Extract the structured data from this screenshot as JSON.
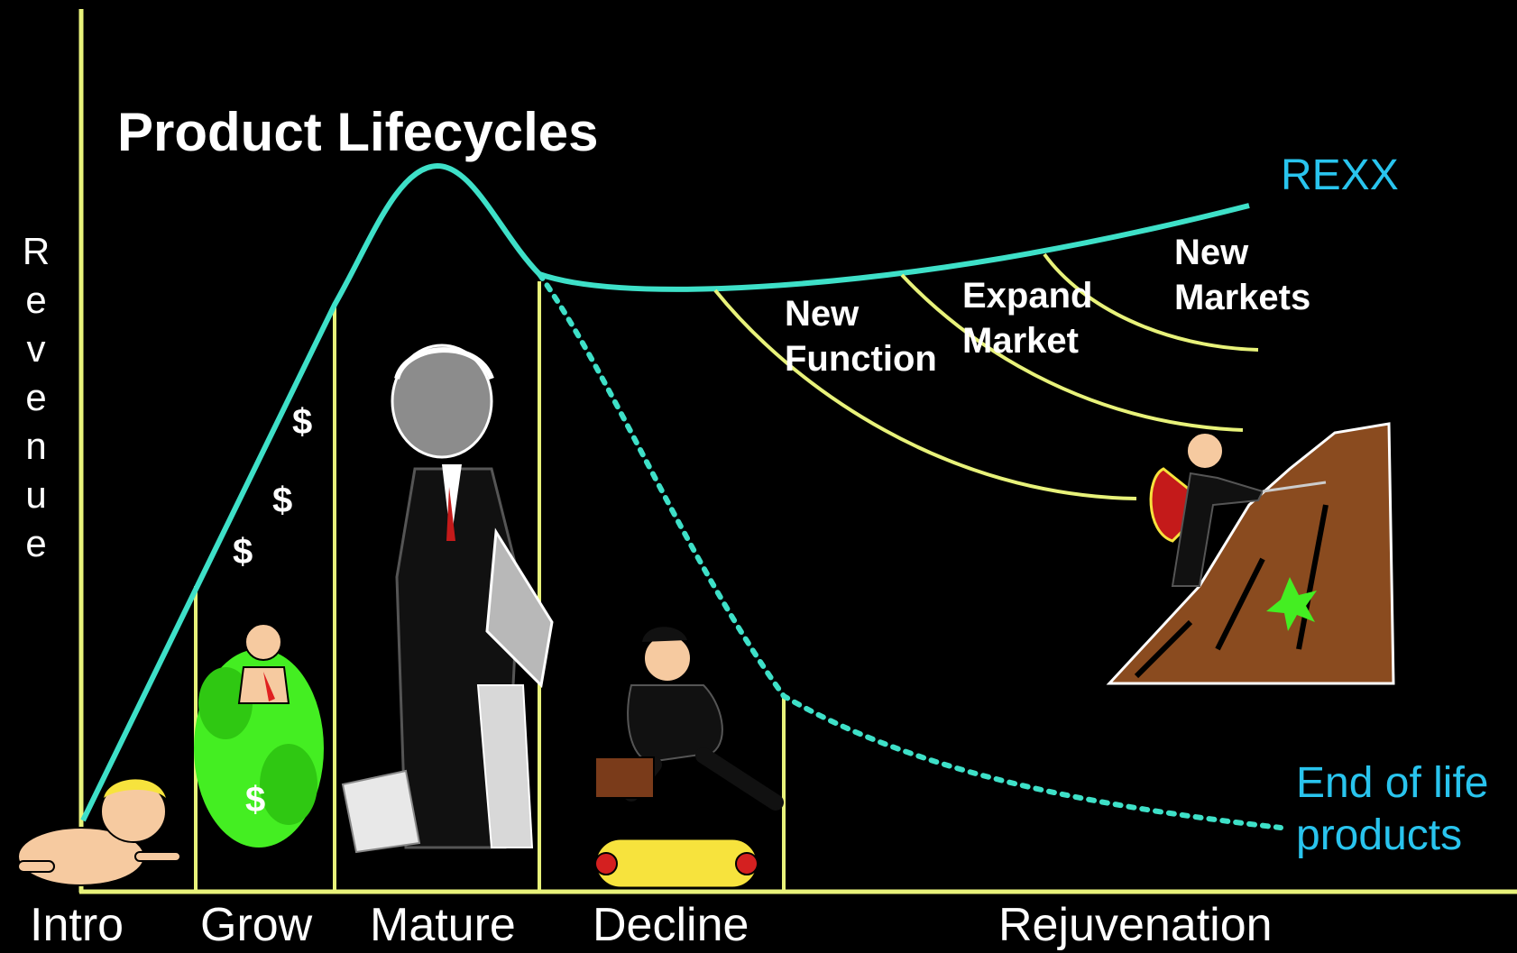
{
  "title": "Product Lifecycles",
  "y_axis_label": "Revenue",
  "phases": [
    "Intro",
    "Grow",
    "Mature",
    "Decline",
    "Rejuvenation"
  ],
  "curve_labels": {
    "rexx": "REXX",
    "end_of_life": [
      "End of life",
      "products"
    ]
  },
  "branches": {
    "new_function": [
      "New",
      "Function"
    ],
    "expand_market": [
      "Expand",
      "Market"
    ],
    "new_markets": [
      "New",
      "Markets"
    ]
  },
  "dollar_sign": "$",
  "colors": {
    "background": "#000000",
    "axis": "#e8f27a",
    "lifecycle_curve": "#3ee0c8",
    "end_of_life_curve": "#3ee0c8",
    "labels_cyan": "#29c4ee",
    "money_bush": "#44ee22"
  },
  "illustrations": [
    "baby-crawling",
    "man-in-money-bush",
    "old-executive-reading",
    "businessman-on-treadmill",
    "mountain-climber"
  ]
}
